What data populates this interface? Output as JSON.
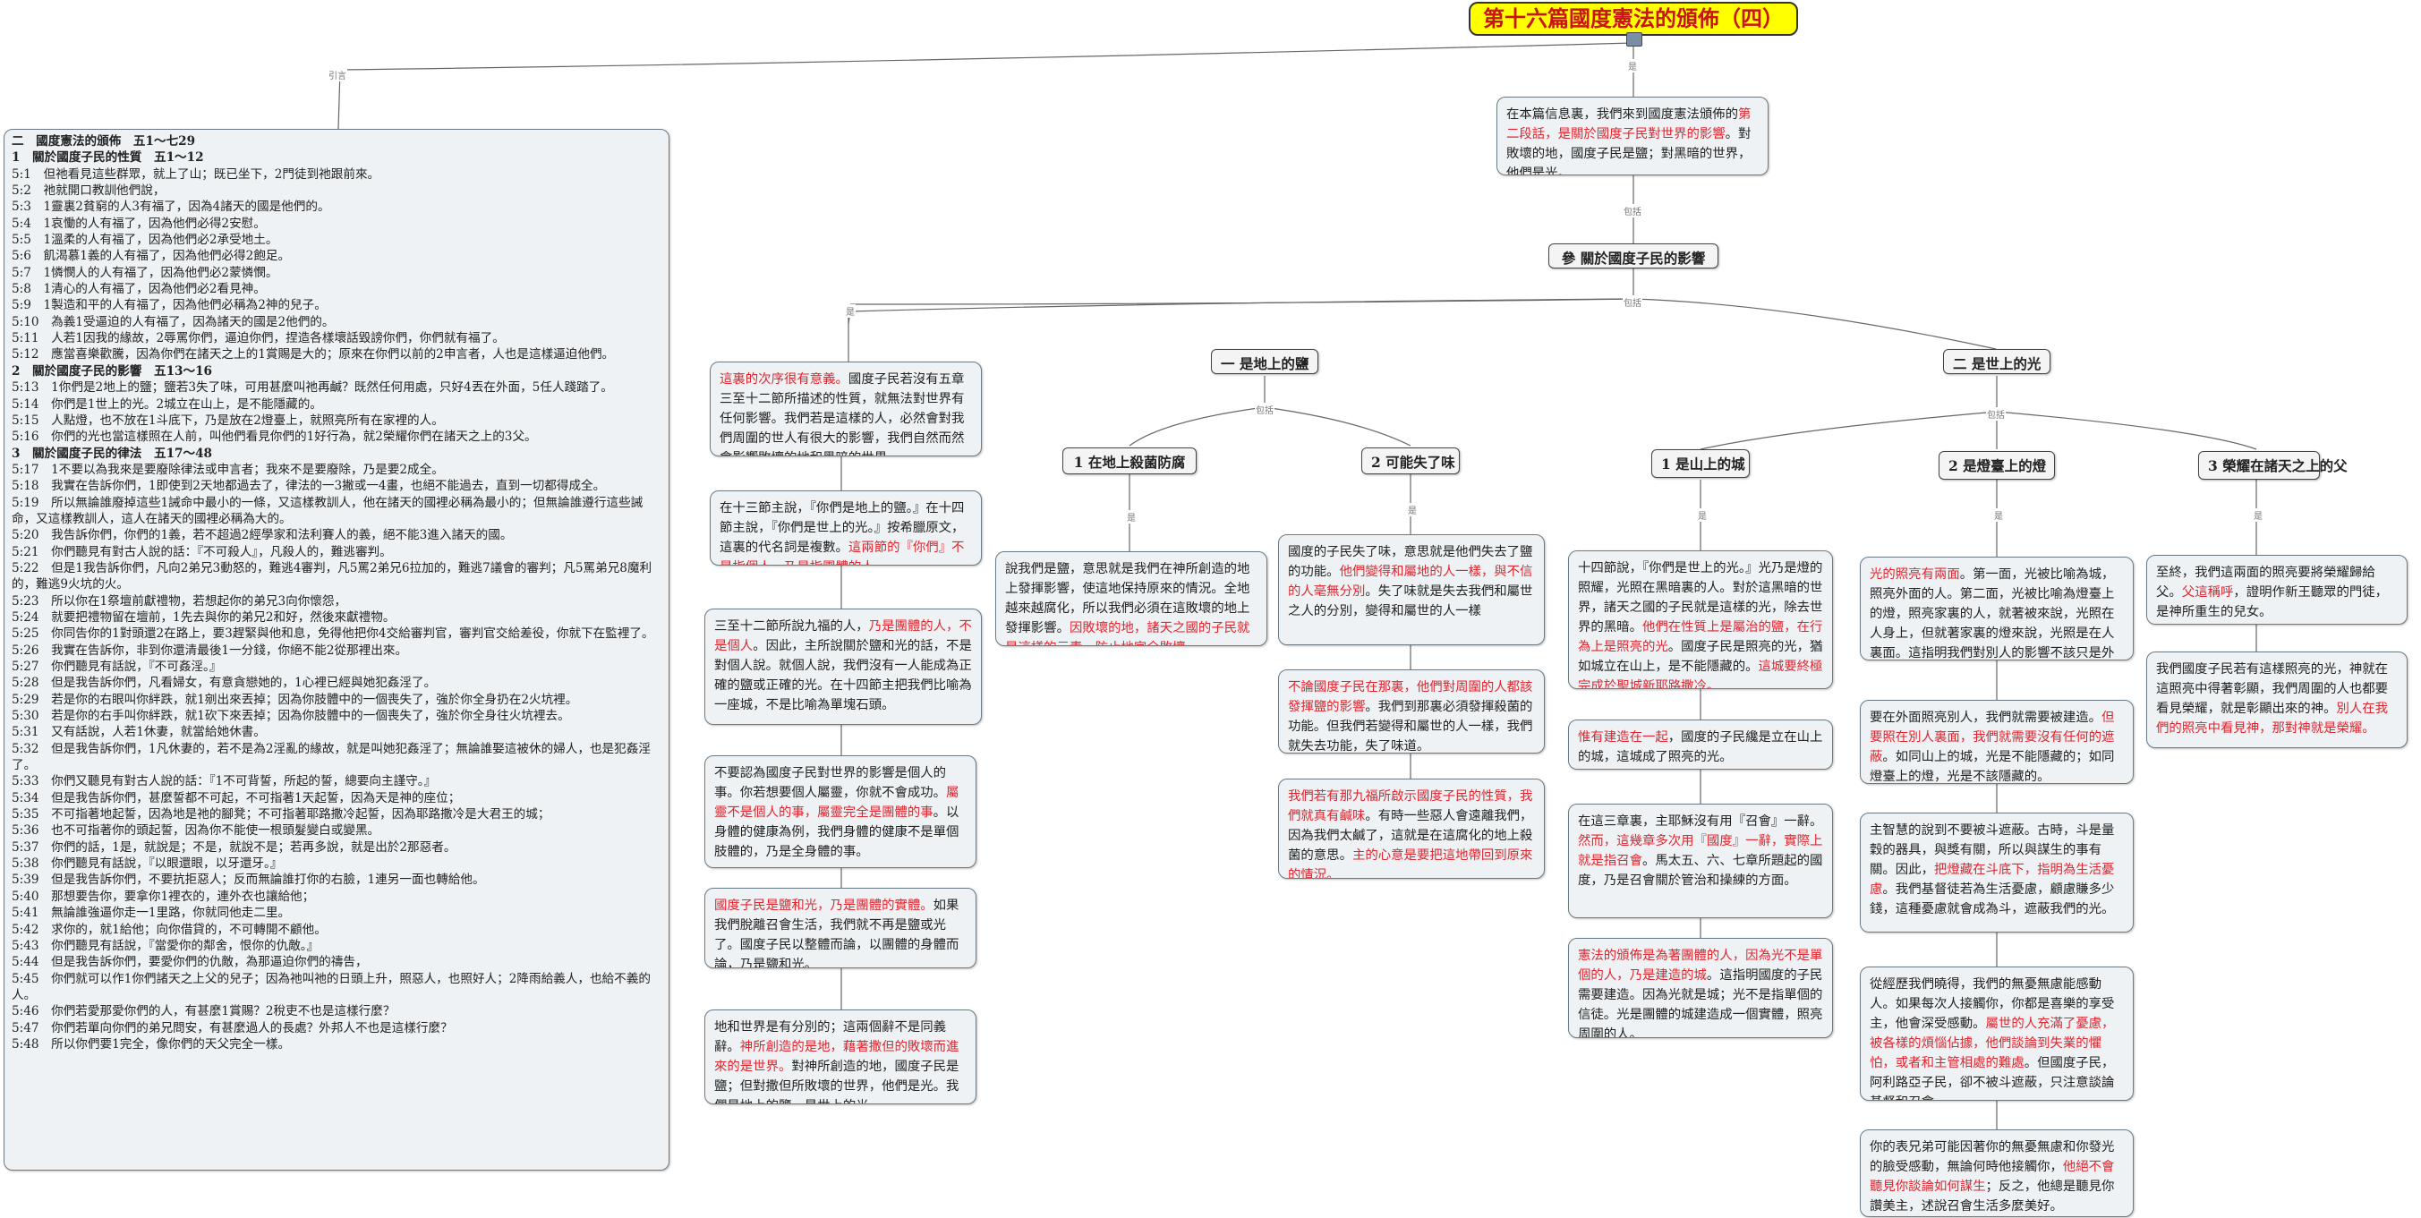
{
  "title": "第十六篇國度憲法的頒佈（四）",
  "relations": {
    "yinyan": "引言",
    "shi": "是",
    "baokuo": "包括"
  },
  "intro": {
    "before": "在本篇信息裏，我們來到國度憲法頒佈的",
    "red": "第二段話，是關於國度子民對世界的影響",
    "after": "。對敗壞的地，國度子民是鹽；對黑暗的世界，他們是光。"
  },
  "main_topic": "參  關於國度子民的影響",
  "topic_earth": "一  是地上的鹽",
  "topic_world": "二  是世上的光",
  "sub_salt1": "1 在地上殺菌防腐",
  "sub_salt2": "2 可能失了味",
  "sub_light1": "1 是山上的城",
  "sub_light2": "2 是燈臺上的燈",
  "sub_light3": "3 榮耀在諸天之上的父",
  "left_boxes": [
    {
      "red": "這裏的次序很有意義。",
      "text": "國度子民若沒有五章三至十二節所描述的性質，就無法對世界有任何影響。我們若是這樣的人，必然會對我們周圍的世人有很大的影響，我們自然而然會影響敗壞的地和黑暗的世界。"
    },
    {
      "text": "在十三節主說，『你們是地上的鹽。』在十四節主說，『你們是世上的光。』按希臘原文，這裏的代名詞是複數。",
      "red": "這兩節的『你們』不是指個人，乃是指團體的人。"
    },
    {
      "text1": "三至十二節所說九福的人，",
      "red": "乃是團體的人，不是個人",
      "text2": "。因此，主所說關於鹽和光的話，不是對個人說。就個人說，我們沒有一人能成為正確的鹽或正確的光。在十四節主把我們比喻為一座城，不是比喻為單塊石頭。"
    },
    {
      "text1": "不要認為國度子民對世界的影響是個人的事。你若想要個人屬靈，你就不會成功。",
      "red": "屬靈不是個人的事，屬靈完全是團體的事",
      "text2": "。以身體的健康為例，我們身體的健康不是單個肢體的，乃是全身體的事。"
    },
    {
      "red": "國度子民是鹽和光，乃是團體的實體。",
      "text": "如果我們脫離召會生活，我們就不再是鹽或光了。國度子民以整體而論，以團體的身體而論，乃是鹽和光。"
    },
    {
      "text1": "地和世界是有分別的；這兩個辭不是同義辭。",
      "red": "神所創造的是地，藉著撒但的敗壞而進來的是世界。",
      "text2": "對神所創造的地，國度子民是鹽；但對撒但所敗壞的世界，他們是光。我們是地上的鹽，是世上的光。"
    }
  ],
  "salt1_box": {
    "text1": "說我們是鹽，意思就是我們在神所創造的地上發揮影響，使這地保持原來的情況。全地越來越腐化，所以我們必須在這敗壞的地上發揮影響。",
    "red": "因敗壞的地，諸天之國的子民就是這樣的元素，防止地完全敗壞"
  },
  "salt2_boxes": [
    {
      "text1": "國度的子民失了味，意思就是他們失去了鹽的功能。",
      "red": "他們變得和屬地的人一樣，與不信的人毫無分別",
      "text2": "。失了味就是失去我們和屬世之人的分別，變得和屬世的人一樣"
    },
    {
      "red": "不論國度子民在那裏，他們對周圍的人都該發揮鹽的影響",
      "text": "。我們到那裏必須發揮殺菌的功能。但我們若變得和屬世的人一樣，我們就失去功能，失了味道。"
    },
    {
      "red1": "我們若有那九福所啟示國度子民的性質，我們就真有鹹味",
      "text": "。有時一些惡人會遠離我們，因為我們太鹹了，這就是在這腐化的地上殺菌的意思。",
      "red2": "主的心意是要把這地帶回到原來的情況。"
    }
  ],
  "light1_boxes": [
    {
      "text1": "十四節說，『你們是世上的光。』光乃是燈的照耀，光照在黑暗裏的人。對於這黑暗的世界，諸天之國的子民就是這樣的光，除去世界的黑暗。",
      "red": "他們在性質上是屬治的鹽，在行為上是照亮的光",
      "text2": "。國度子民是照亮的光，猶如城立在山上，是不能隱藏的。",
      "red2": "這城要終極完成於聖城新耶路撒冷。"
    },
    {
      "red": "惟有建造在一起",
      "text": "，國度的子民纔是立在山上的城，這城成了照亮的光。"
    },
    {
      "text1": "在這三章裏，主耶穌沒有用『召會』一辭。",
      "red": "然而，這幾章多次用『國度』一辭，實際上就是指召會",
      "text2": "。馬太五、六、七章所題起的國度，乃是召會關於管治和操練的方面。"
    },
    {
      "red": "憲法的頒佈是為著團體的人，因為光不是單個的人，乃是建造的城",
      "text": "。這指明國度的子民需要建造。因為光就是城；光不是指單個的信徒。光是團體的城建造成一個實體，照亮周圍的人。"
    }
  ],
  "light2_boxes": [
    {
      "red": "光的照亮有兩面",
      "text": "。第一面，光被比喻為城，照亮外面的人。第二面，光被比喻為燈臺上的燈，照亮家裏的人，就著被來說，光照在人身上，但就著家裏的燈來說，光照是在人裏面。這指明我們對別人的影響不該只是外在的，也該是內在的。"
    },
    {
      "text1": "要在外面照亮別人，我們就需要被建造。",
      "red": "但要照在別人裏面，我們就需要沒有任何的遮蔽",
      "text2": "。如同山上的城，光是不能隱藏的；如同燈臺上的燈，光是不該隱藏的。"
    },
    {
      "text1": "主智慧的說到不要被斗遮蔽。古時，斗是量穀的器具，與獎有關，所以與謀生的事有關。因此，",
      "red": "把燈藏在斗底下，指明為生活憂慮",
      "text2": "。我們基督徒若為生活憂慮，顧慮賺多少錢，這種憂慮就會成為斗，遮蔽我們的光。"
    },
    {
      "text1": "從經歷我們曉得，我們的無憂無慮能感動人。如果每次人接觸你，你都是喜樂的享受主，他會深受感動。",
      "red": "屬世的人充滿了憂慮，被各樣的煩惱佔據，他們談論到失業的懼怕，或者和主管相處的難處",
      "text2": "。但國度子民，阿利路亞子民，卻不被斗遮蔽，只注意談論基督和召會。"
    },
    {
      "text1": "你的表兄弟可能因著你的無憂無慮和你發光的臉受感動，無論何時他接觸你，",
      "red": "他絕不會聽見你談論如何謀生",
      "text2": "；反之，他總是聽見你讚美主，述說召會生活多麼美好。"
    }
  ],
  "light3_boxes": [
    {
      "text1": "至終，我們這兩面的照亮要將榮耀歸給父。",
      "red": "父這稱呼",
      "text2": "，證明作新王聽眾的門徒，是神所重生的兒女。"
    },
    {
      "text1": "我們國度子民若有這樣照亮的光，神就在這照亮中得著彰顯，我們周圍的人也都要看見榮耀，就是彰顯出來的神。",
      "red": "別人在我們的照亮中看見神，那對神就是榮耀。"
    }
  ],
  "outline": [
    {
      "t": "二　國度憲法的頒佈　五1～七29",
      "h": true
    },
    {
      "t": "1　關於國度子民的性質　五1～12",
      "h": true
    },
    {
      "t": "5:1　但祂看見這些群眾，就上了山；既已坐下，2門徒到祂跟前來。"
    },
    {
      "t": "5:2　祂就開口教訓他們說，"
    },
    {
      "t": "5:3　1靈裏2貧窮的人3有福了，因為4諸天的國是他們的。"
    },
    {
      "t": "5:4　1哀慟的人有福了，因為他們必得2安慰。"
    },
    {
      "t": "5:5　1溫柔的人有福了，因為他們必2承受地土。"
    },
    {
      "t": "5:6　飢渴慕1義的人有福了，因為他們必得2飽足。"
    },
    {
      "t": "5:7　1憐憫人的人有福了，因為他們必2蒙憐憫。"
    },
    {
      "t": "5:8　1清心的人有福了，因為他們必2看見神。"
    },
    {
      "t": "5:9　1製造和平的人有福了，因為他們必稱為2神的兒子。"
    },
    {
      "t": "5:10　為義1受逼迫的人有福了，因為諸天的國是2他們的。"
    },
    {
      "t": "5:11　人若1因我的緣故，2辱罵你們，逼迫你們，捏造各樣壞話毀謗你們，你們就有福了。"
    },
    {
      "t": "5:12　應當喜樂歡騰，因為你們在諸天之上的1賞賜是大的；原來在你們以前的2申言者，人也是這樣逼迫他們。"
    },
    {
      "t": "2　關於國度子民的影響　五13～16",
      "h": true
    },
    {
      "t": "5:13　1你們是2地上的鹽；鹽若3失了味，可用甚麼叫祂再鹹？既然任何用處，只好4丟在外面，5任人踐踏了。"
    },
    {
      "t": "5:14　你們是1世上的光。2城立在山上，是不能隱藏的。"
    },
    {
      "t": "5:15　人點燈，也不放在1斗底下，乃是放在2燈臺上，就照亮所有在家裡的人。"
    },
    {
      "t": "5:16　你們的光也當這樣照在人前，叫他們看見你們的1好行為，就2榮耀你們在諸天之上的3父。"
    },
    {
      "t": "3　關於國度子民的律法　五17～48",
      "h": true
    },
    {
      "t": "5:17　1不要以為我來是要廢除律法或申言者；我來不是要廢除，乃是要2成全。"
    },
    {
      "t": "5:18　我實在告訴你們，1即使到2天地都過去了，律法的一3撇或一4畫，也絕不能過去，直到一切都得成全。"
    },
    {
      "t": "5:19　所以無論誰廢掉這些1誡命中最小的一條，又這樣教訓人，他在諸天的國裡必稱為最小的；但無論誰遵行這些誡命，又這樣教訓人，這人在諸天的國裡必稱為大的。"
    },
    {
      "t": "5:20　我告訴你們，你們的1義，若不超過2經學家和法利賽人的義，絕不能3進入諸天的國。"
    },
    {
      "t": "5:21　你們聽見有對古人說的話：『不可殺人』，凡殺人的，難逃審判。"
    },
    {
      "t": "5:22　但是1我告訴你們，凡向2弟兄3動怒的，難逃4審判，凡5罵2弟兄6拉加的，難逃7議會的審判；凡5罵弟兄8魔利的，難逃9火坑的火。"
    },
    {
      "t": "5:23　所以你在1祭壇前獻禮物，若想起你的弟兄3向你懷怨，"
    },
    {
      "t": "5:24　就要把禮物留在壇前，1先去與你的弟兄2和好，然後來獻禮物。"
    },
    {
      "t": "5:25　你同告你的1對頭還2在路上，要3趕緊與他和息，免得他把你4交給審判官，審判官交給差役，你就下在監裡了。"
    },
    {
      "t": "5:26　我實在告訴你，非到你還清最後1一分錢，你絕不能2從那裡出來。"
    },
    {
      "t": "5:27　你們聽見有話說，『不可姦淫。』"
    },
    {
      "t": "5:28　但是我告訴你們，凡看婦女，有意貪戀她的，1心裡已經與她犯姦淫了。"
    },
    {
      "t": "5:29　若是你的右眼叫你絆跌，就1剜出來丟掉；因為你肢體中的一個喪失了，強於你全身扔在2火坑裡。"
    },
    {
      "t": "5:30　若是你的右手叫你絆跌，就1砍下來丟掉；因為你肢體中的一個喪失了，強於你全身往火坑裡去。"
    },
    {
      "t": "5:31　又有話說，人若1休妻，就當給她休書。"
    },
    {
      "t": "5:32　但是我告訴你們，1凡休妻的，若不是為2淫亂的緣故，就是叫她犯姦淫了；無論誰娶這被休的婦人，也是犯姦淫了。"
    },
    {
      "t": "5:33　你們又聽見有對古人說的話：『1不可背誓，所起的誓，總要向主謹守。』"
    },
    {
      "t": "5:34　但是我告訴你們，甚麼誓都不可起，不可指著1天起誓，因為天是神的座位；"
    },
    {
      "t": "5:35　不可指著地起誓，因為地是祂的腳凳；不可指著耶路撒冷起誓，因為耶路撒冷是大君王的城；"
    },
    {
      "t": "5:36　也不可指著你的頭起誓，因為你不能使一根頭髮變白或變黑。"
    },
    {
      "t": "5:37　你們的話，1是，就說是；不是，就說不是；若再多說，就是出於2那惡者。"
    },
    {
      "t": "5:38　你們聽見有話說，『以眼還眼，以牙還牙。』"
    },
    {
      "t": "5:39　但是我告訴你們，不要抗拒惡人；反而無論誰打你的右臉，1連另一面也轉給他。"
    },
    {
      "t": "5:40　那想要告你，要拿你1裡衣的，連外衣也讓給他；"
    },
    {
      "t": "5:41　無論誰強逼你走一1里路，你就同他走二里。"
    },
    {
      "t": "5:42　求你的，就1給他；向你借貸的，不可轉開不顧他。"
    },
    {
      "t": "5:43　你們聽見有話說，『當愛你的鄰舍，恨你的仇敵。』"
    },
    {
      "t": "5:44　但是我告訴你們，要愛你們的仇敵，為那逼迫你們的禱告，"
    },
    {
      "t": "5:45　你們就可以作1你們諸天之上父的兒子；因為祂叫祂的日頭上升，照惡人，也照好人；2降雨給義人，也給不義的人。"
    },
    {
      "t": "5:46　你們若愛那愛你們的人，有甚麼1賞賜？2稅吏不也是這樣行麼？"
    },
    {
      "t": "5:47　你們若單向你們的弟兄問安，有甚麼過人的長處？外邦人不也是這樣行麼？"
    },
    {
      "t": "5:48　所以你們要1完全，像你們的天父完全一樣。"
    }
  ]
}
